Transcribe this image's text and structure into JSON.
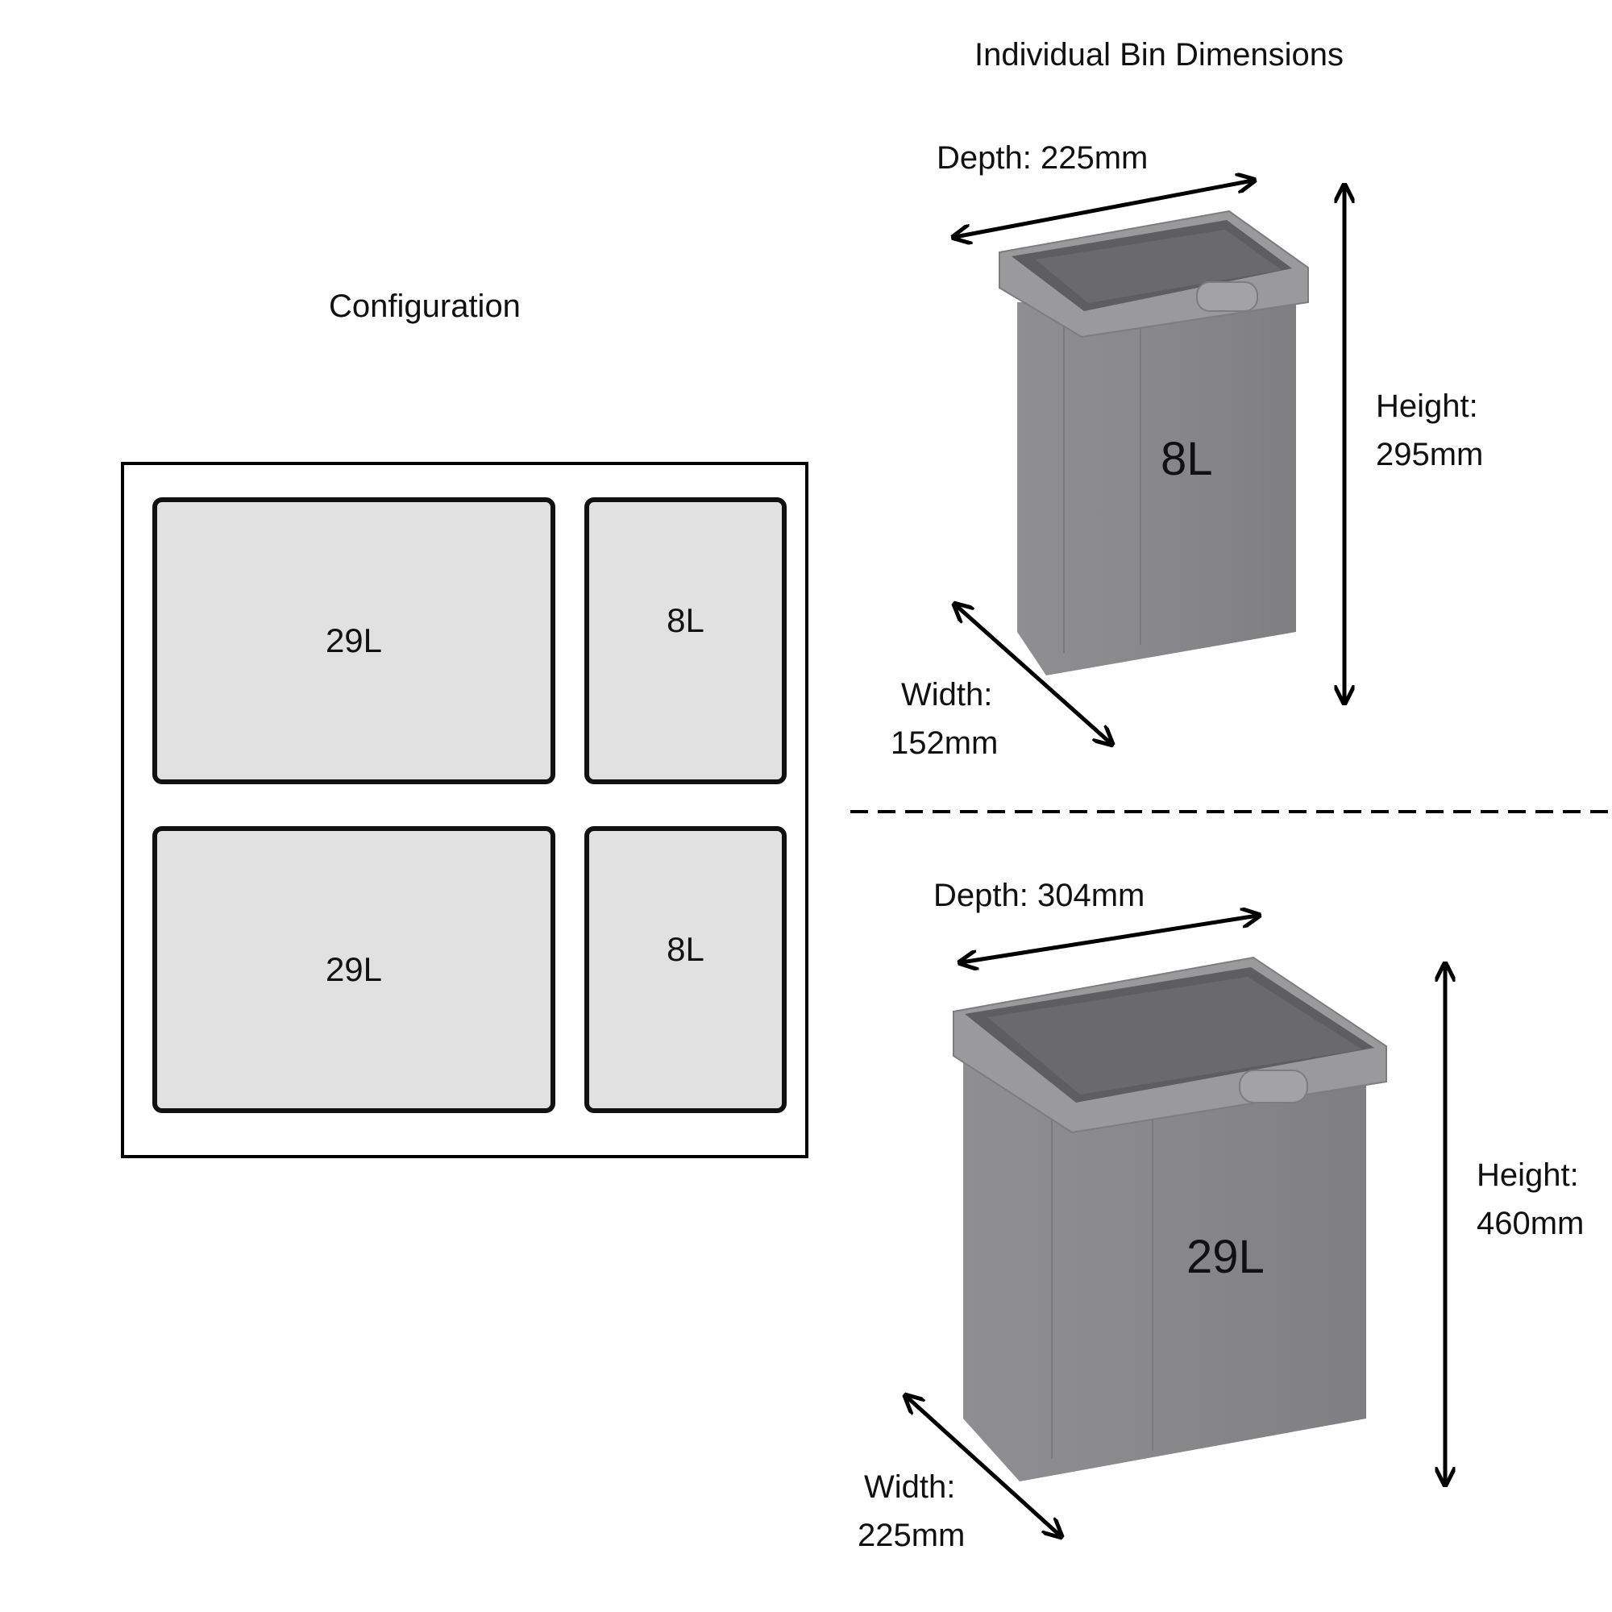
{
  "titles": {
    "configuration": "Configuration",
    "individual_bin_dimensions": "Individual Bin Dimensions"
  },
  "configuration": {
    "slots": [
      {
        "label": "29L"
      },
      {
        "label": "8L"
      },
      {
        "label": "29L"
      },
      {
        "label": "8L"
      }
    ]
  },
  "bins": [
    {
      "capacity": "8L",
      "depth_label": "Depth: 225mm",
      "height_label": [
        "Height:",
        "295mm"
      ],
      "width_label": [
        "Width:",
        "152mm"
      ]
    },
    {
      "capacity": "29L",
      "depth_label": "Depth: 304mm",
      "height_label": [
        "Height:",
        "460mm"
      ],
      "width_label": [
        "Width:",
        "225mm"
      ]
    }
  ],
  "colors": {
    "bin_body": "#8a8a8d",
    "bin_inside": "#6b6b6e",
    "slot_fill": "#e1e1e1",
    "outline": "#111111"
  }
}
